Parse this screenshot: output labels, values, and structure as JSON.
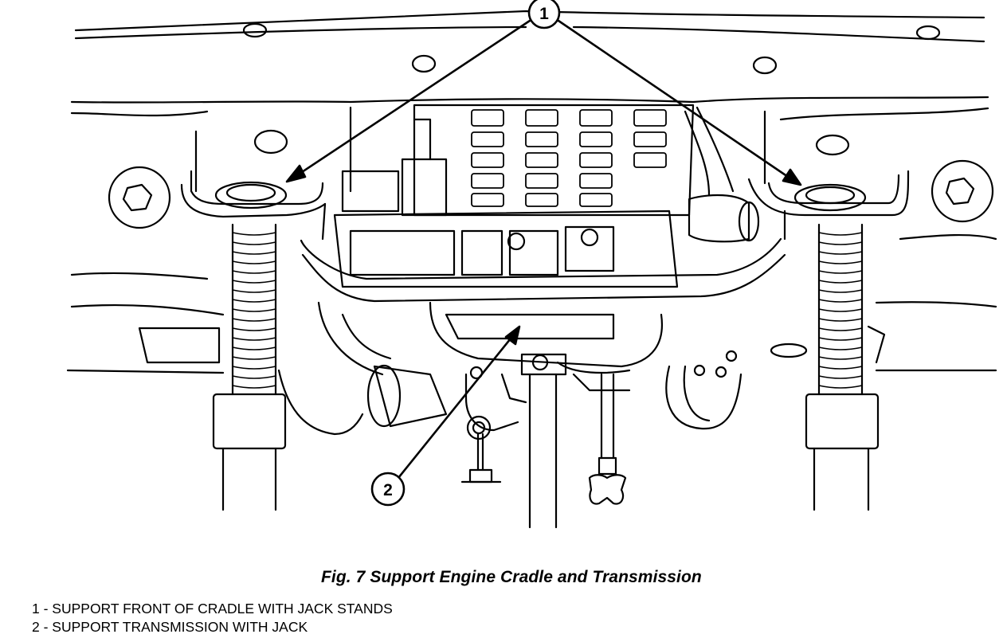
{
  "figure": {
    "caption": "Fig. 7 Support Engine Cradle and Transmission",
    "callouts": [
      {
        "number": "1"
      },
      {
        "number": "2"
      }
    ],
    "legend": [
      "1 - SUPPORT FRONT OF CRADLE WITH JACK STANDS",
      "2 - SUPPORT TRANSMISSION WITH JACK"
    ]
  }
}
